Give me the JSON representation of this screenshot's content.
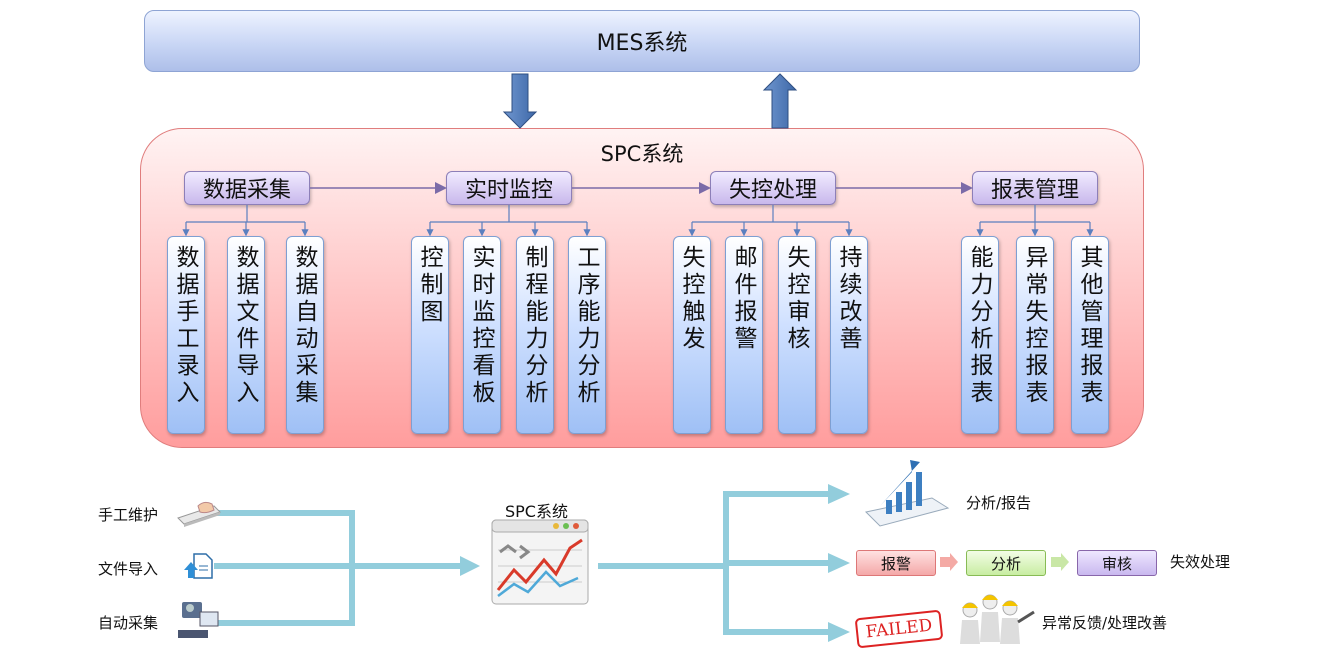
{
  "mes": {
    "title": "MES系统"
  },
  "spc": {
    "title": "SPC系统",
    "categories": [
      {
        "label": "数据采集",
        "items": [
          "数据手工录入",
          "数据文件导入",
          "数据自动采集"
        ]
      },
      {
        "label": "实时监控",
        "items": [
          "控制图",
          "实时监控看板",
          "制程能力分析",
          "工序能力分析"
        ]
      },
      {
        "label": "失控处理",
        "items": [
          "失控触发",
          "邮件报警",
          "失控审核",
          "持续改善"
        ]
      },
      {
        "label": "报表管理",
        "items": [
          "能力分析报表",
          "异常失控报表",
          "其他管理报表"
        ]
      }
    ]
  },
  "flow": {
    "inputs": [
      "手工维护",
      "文件导入",
      "自动采集"
    ],
    "center_label": "SPC系统",
    "outputs": {
      "analysis": "分析/报告",
      "steps": [
        "报警",
        "分析",
        "审核"
      ],
      "failure_label": "失效处理",
      "failed_stamp": "FAILED",
      "feedback": "异常反馈/处理改善"
    }
  },
  "colors": {
    "arrow_blue": "#4f81bd",
    "flow_line": "#92cddc",
    "connector": "#7b6ba8"
  }
}
